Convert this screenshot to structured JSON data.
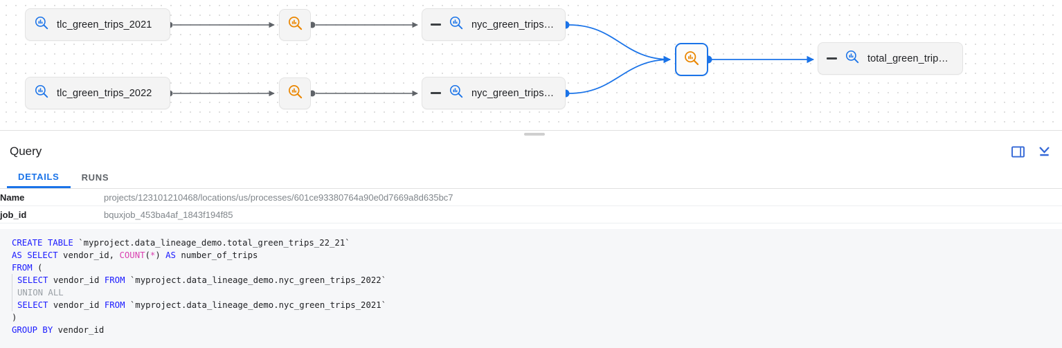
{
  "lineage": {
    "nodes": [
      {
        "id": "tlc-2021",
        "type": "table",
        "label": "tlc_green_trips_2021",
        "icon": "table-search-icon",
        "collapsible": false,
        "selected": false
      },
      {
        "id": "tlc-2022",
        "type": "table",
        "label": "tlc_green_trips_2022",
        "icon": "table-search-icon",
        "collapsible": false,
        "selected": false
      },
      {
        "id": "proc-2021",
        "type": "process",
        "label": "",
        "icon": "process-search-icon",
        "collapsible": false,
        "selected": false
      },
      {
        "id": "proc-2022",
        "type": "process",
        "label": "",
        "icon": "process-search-icon",
        "collapsible": false,
        "selected": false
      },
      {
        "id": "nyc-2021",
        "type": "table",
        "label": "nyc_green_trips…",
        "icon": "table-search-icon",
        "collapsible": true,
        "selected": false
      },
      {
        "id": "nyc-2022",
        "type": "table",
        "label": "nyc_green_trips…",
        "icon": "table-search-icon",
        "collapsible": true,
        "selected": false
      },
      {
        "id": "proc-union",
        "type": "process",
        "label": "",
        "icon": "process-search-icon",
        "collapsible": false,
        "selected": true
      },
      {
        "id": "total",
        "type": "table",
        "label": "total_green_trip…",
        "icon": "table-search-icon",
        "collapsible": true,
        "selected": false
      }
    ],
    "colors": {
      "table_icon": "#1a73e8",
      "process_icon": "#ea8600",
      "selected_edge": "#1a73e8",
      "default_edge": "#5f6368",
      "selection_border": "#1a73e8"
    }
  },
  "query": {
    "title": "Query",
    "actions": [
      {
        "name": "side-panel-toggle",
        "icon": "side-panel-icon"
      },
      {
        "name": "collapse-panel",
        "icon": "collapse-down-icon"
      }
    ],
    "tabs": [
      {
        "label": "DETAILS",
        "active": true
      },
      {
        "label": "RUNS",
        "active": false
      }
    ],
    "details": [
      {
        "key": "Name",
        "value": "projects/123101210468/locations/us/processes/601ce93380764a90e0d7669a8d635bc7"
      },
      {
        "key": "job_id",
        "value": "bquxjob_453ba4af_1843f194f85"
      }
    ],
    "sql": {
      "lines": [
        [
          {
            "t": "CREATE TABLE ",
            "c": "kw"
          },
          {
            "t": "`myproject.data_lineage_demo.total_green_trips_22_21`",
            "c": ""
          }
        ],
        [
          {
            "t": "AS SELECT ",
            "c": "kw"
          },
          {
            "t": "vendor_id, ",
            "c": ""
          },
          {
            "t": "COUNT",
            "c": "fn"
          },
          {
            "t": "(",
            "c": ""
          },
          {
            "t": "*",
            "c": "op"
          },
          {
            "t": ") ",
            "c": ""
          },
          {
            "t": "AS ",
            "c": "kw"
          },
          {
            "t": "number_of_trips",
            "c": ""
          }
        ],
        [
          {
            "t": "FROM ",
            "c": "kw"
          },
          {
            "t": "(",
            "c": ""
          }
        ],
        [
          {
            "t": "__GUIDE__",
            "c": ""
          },
          {
            "t": "SELECT ",
            "c": "kw"
          },
          {
            "t": "vendor_id ",
            "c": ""
          },
          {
            "t": "FROM ",
            "c": "kw"
          },
          {
            "t": "`myproject.data_lineage_demo.nyc_green_trips_2022`",
            "c": ""
          }
        ],
        [
          {
            "t": "__GUIDE__",
            "c": ""
          },
          {
            "t": "UNION ALL",
            "c": "muted"
          }
        ],
        [
          {
            "t": "__GUIDE__",
            "c": ""
          },
          {
            "t": "SELECT ",
            "c": "kw"
          },
          {
            "t": "vendor_id ",
            "c": ""
          },
          {
            "t": "FROM ",
            "c": "kw"
          },
          {
            "t": "`myproject.data_lineage_demo.nyc_green_trips_2021`",
            "c": ""
          }
        ],
        [
          {
            "t": ")",
            "c": ""
          }
        ],
        [
          {
            "t": "GROUP BY ",
            "c": "kw"
          },
          {
            "t": "vendor_id",
            "c": ""
          }
        ]
      ]
    }
  }
}
